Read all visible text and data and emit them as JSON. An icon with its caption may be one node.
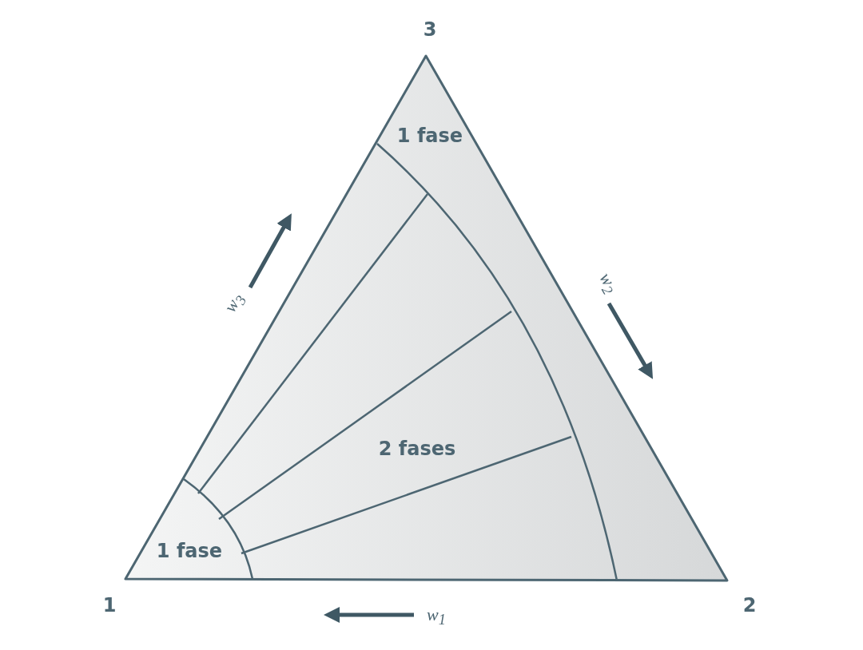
{
  "diagram": {
    "labels": [
      "3",
      "1 fase",
      "w$_{3}$",
      "w$_{2}$",
      "2 fases",
      "1 fase",
      "1",
      "w$_{1}$",
      "2"
    ]
  }
}
